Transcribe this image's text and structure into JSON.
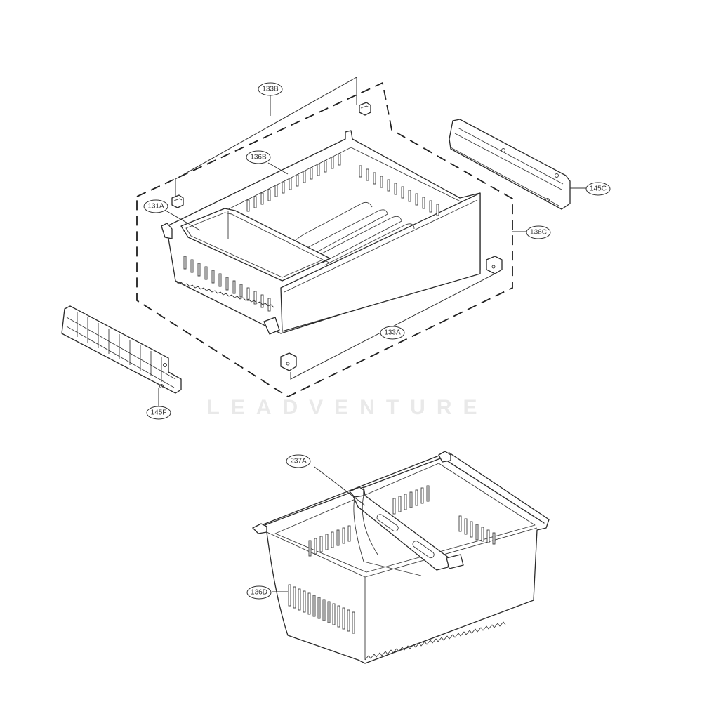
{
  "diagram": {
    "type": "exploded parts diagram",
    "subject": "refrigerator freezer drawer assembly",
    "watermark": "LEADVENTURE",
    "colors": {
      "line": "#2b2b2b",
      "background": "#ffffff",
      "watermark": "#e9e9e9"
    },
    "callouts": [
      {
        "id": "133B",
        "label": "133B",
        "part": "drawer stopper (upper)"
      },
      {
        "id": "136B",
        "label": "136B",
        "part": "drawer tray"
      },
      {
        "id": "131A",
        "label": "131A",
        "part": "inner bin"
      },
      {
        "id": "145C",
        "label": "145C",
        "part": "rail guide (right)"
      },
      {
        "id": "136C",
        "label": "136C",
        "part": "drawer assembly (dashed group)"
      },
      {
        "id": "133A",
        "label": "133A",
        "part": "drawer stopper (lower)"
      },
      {
        "id": "145F",
        "label": "145F",
        "part": "rail guide (left)"
      },
      {
        "id": "237A",
        "label": "237A",
        "part": "divider"
      },
      {
        "id": "136D",
        "label": "136D",
        "part": "lower basket"
      }
    ]
  }
}
